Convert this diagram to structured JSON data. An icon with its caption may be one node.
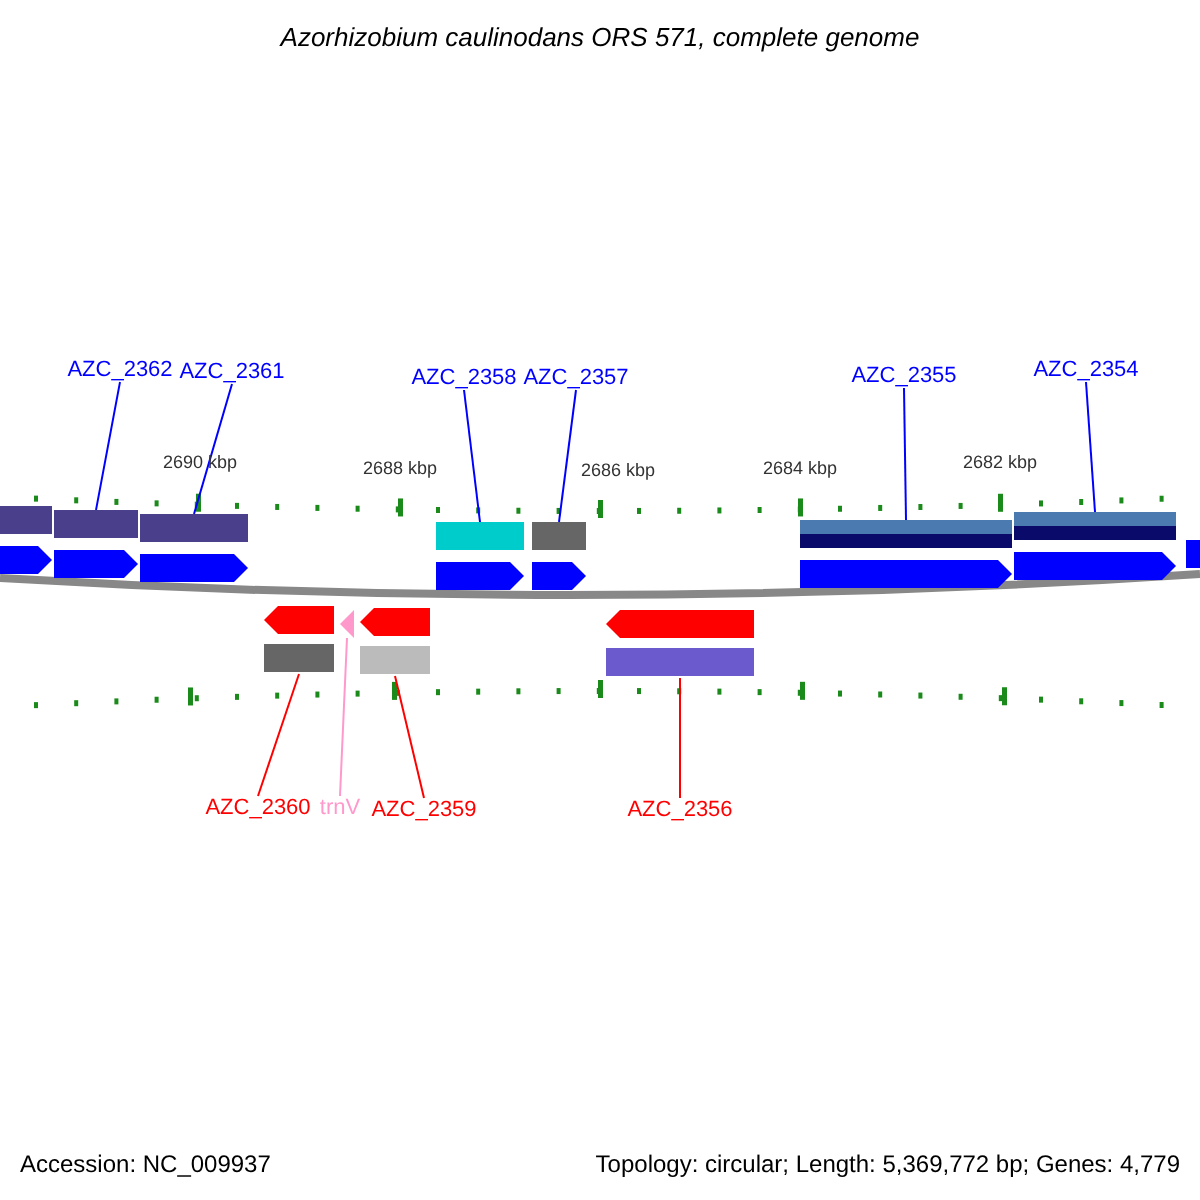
{
  "diagram": {
    "title": "*Azorhizobium caulinodans* ORS 571, complete genome",
    "nodes": [
      {
        "text": [
          "AZC_2362"
        ]
      },
      {
        "text": [
          "AZC_2361"
        ]
      },
      {
        "text": [
          "AZC_2358"
        ]
      },
      {
        "text": [
          "AZC_2357"
        ]
      },
      {
        "text": [
          "AZC_2355"
        ]
      },
      {
        "text": [
          "AZC_2354"
        ]
      },
      {
        "text": [
          "AZC_2360"
        ]
      },
      {
        "text": [
          "trnV"
        ]
      },
      {
        "text": [
          "AZC_2359"
        ]
      },
      {
        "text": [
          "AZC_2356"
        ]
      },
      {
        "text": [],
        "shape": "arrow"
      },
      {
        "text": [],
        "shape": "arrow"
      },
      {
        "text": [],
        "shape": "arrow"
      },
      {
        "text": [],
        "shape": "arrow"
      },
      {
        "text": [],
        "shape": "arrow"
      },
      {
        "text": [],
        "shape": "arrow"
      },
      {
        "text": [],
        "shape": "arrow"
      },
      {
        "text": [],
        "shape": "arrow"
      },
      {
        "text": [],
        "shape": "arrow"
      },
      {
        "text": [],
        "shape": "arrow"
      },
      {
        "text": [],
        "shape": "arrow"
      },
      {
        "text": [],
        "shape": "arrow"
      }
    ],
    "edges": [
      {
        "from": 0,
        "to": 11,
        "arrow": "none"
      },
      {
        "from": 1,
        "to": 12,
        "arrow": "none"
      },
      {
        "from": 2,
        "to": 13,
        "arrow": "none"
      },
      {
        "from": 3,
        "to": 14,
        "arrow": "none"
      },
      {
        "from": 4,
        "to": 15,
        "arrow": "none"
      },
      {
        "from": 5,
        "to": 16,
        "arrow": "none"
      },
      {
        "from": 6,
        "to": 18,
        "arrow": "none",
        "color": "#ff0000"
      },
      {
        "from": 7,
        "to": 19,
        "arrow": "none",
        "color": "#ff99cc"
      },
      {
        "from": 8,
        "to": 20,
        "arrow": "none",
        "color": "#ff0000"
      },
      {
        "from": 9,
        "to": 21,
        "arrow": "none",
        "color": "#ff0000"
      }
    ],
    "labels": [
      "2690 kbp",
      "2688 kbp",
      "2686 kbp",
      "2684 kbp",
      "2682 kbp",
      "Accession: NC_009937",
      "Topology: circular; Length: 5,369,772 bp; Genes: 4,779"
    ]
  }
}
